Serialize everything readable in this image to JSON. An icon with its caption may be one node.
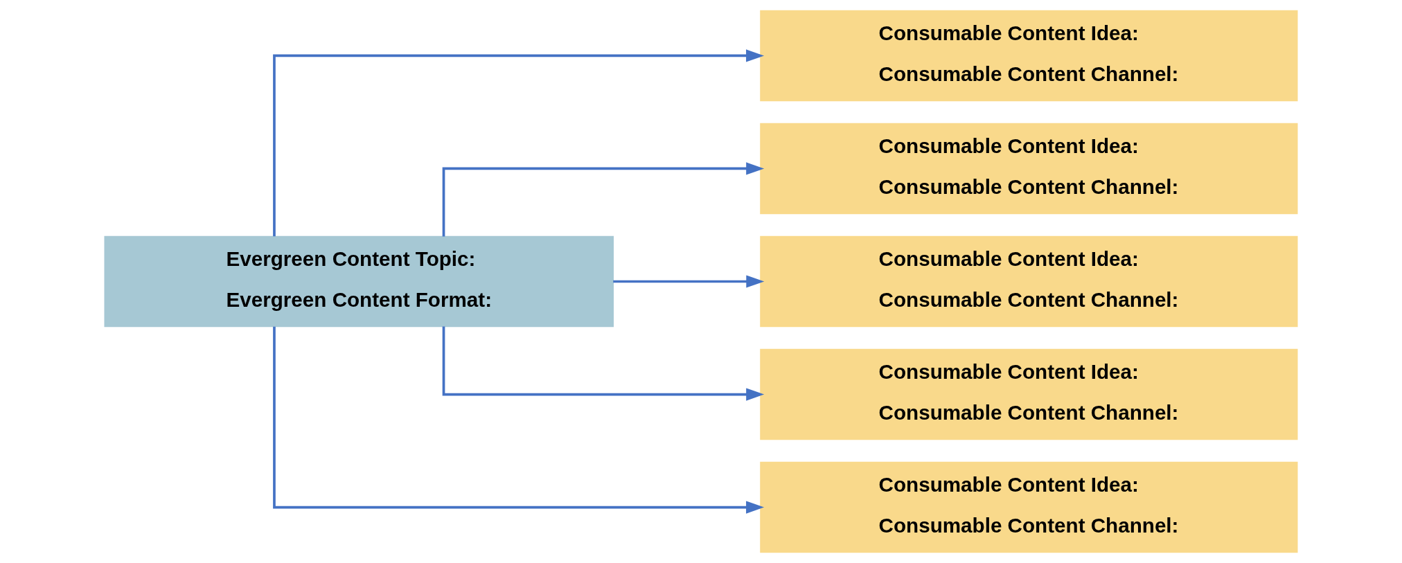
{
  "diagram": {
    "nodes": [
      {
        "text": [
          "Evergreen Content Topic:",
          "Evergreen Content Format:"
        ]
      },
      {
        "text": [
          "Consumable Content Idea:",
          "Consumable Content Channel:"
        ]
      },
      {
        "text": [
          "Consumable Content Idea:",
          "Consumable Content Channel:"
        ]
      },
      {
        "text": [
          "Consumable Content Idea:",
          "Consumable Content Channel:"
        ]
      },
      {
        "text": [
          "Consumable Content Idea:",
          "Consumable Content Channel:"
        ]
      },
      {
        "text": [
          "Consumable Content Idea:",
          "Consumable Content Channel:"
        ]
      }
    ],
    "edges": [
      {
        "from": 0,
        "to": 1,
        "arrow": "to"
      },
      {
        "from": 0,
        "to": 2,
        "arrow": "to"
      },
      {
        "from": 0,
        "to": 3,
        "arrow": "to"
      },
      {
        "from": 0,
        "to": 4,
        "arrow": "to"
      },
      {
        "from": 0,
        "to": 5,
        "arrow": "to"
      }
    ]
  }
}
